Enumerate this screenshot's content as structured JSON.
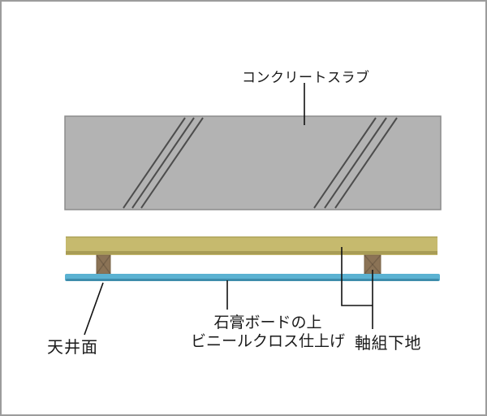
{
  "diagram": {
    "type": "ceiling-construction-section",
    "labels": {
      "concrete_slab": "コンクリートスラブ",
      "ceiling_surface": "天井面",
      "gypsum_line1": "石膏ボードの上",
      "gypsum_line2": "ビニールクロス仕上げ",
      "frame_base": "軸組下地"
    },
    "colors": {
      "background": "#ffffff",
      "frame_border": "#9c9c9c",
      "slab_fill": "#b3b3b3",
      "slab_edge": "#8c8c8c",
      "hatch_line": "#4d4d4d",
      "board_fill": "#c6ba6e",
      "board_edge_top": "#b0a55e",
      "board_edge_dark": "#a89c55",
      "stud_fill": "#8b7356",
      "stud_edge": "#7a6448",
      "panel_fill": "#5bb2d2",
      "panel_edge": "#3e8cab",
      "leader_line": "#111111",
      "text": "#1a1a1a"
    }
  }
}
